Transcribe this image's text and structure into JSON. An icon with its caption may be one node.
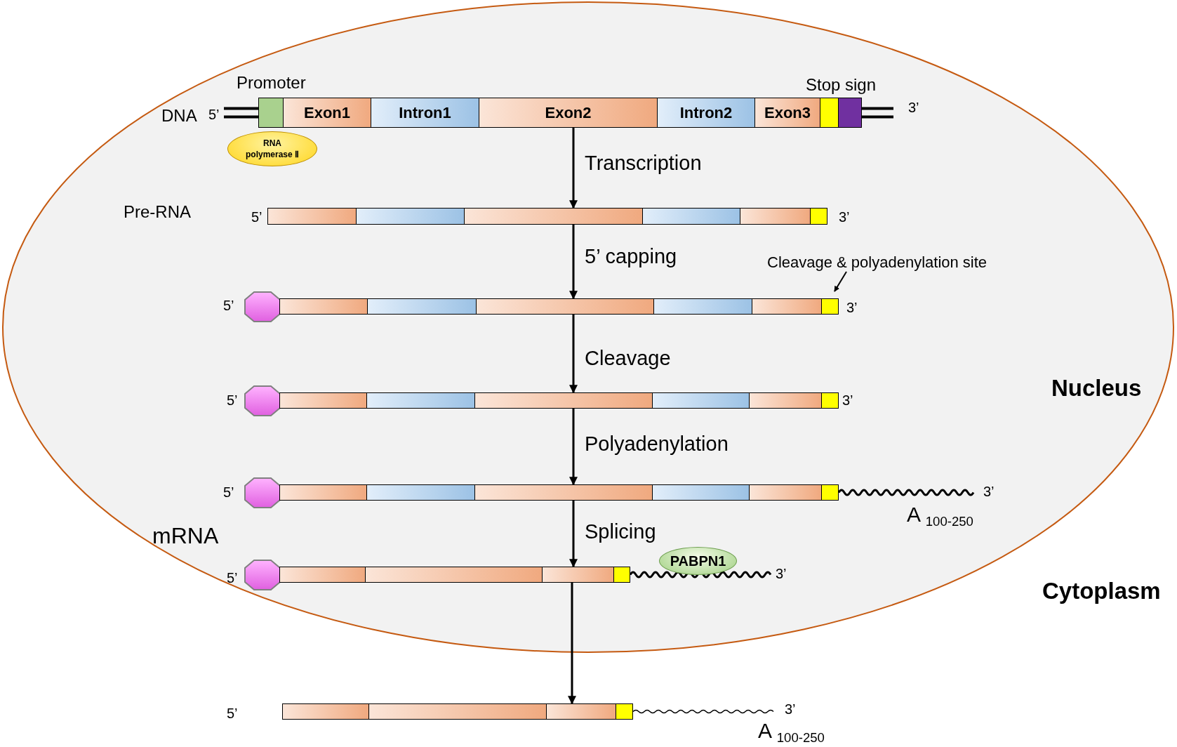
{
  "diagram": {
    "nodes": [
      {
        "text": [],
        "shape": "bar",
        "beside": [
          "DNA",
          "5’",
          "3’"
        ]
      },
      {
        "text": [
          "Exon1"
        ],
        "in": 0
      },
      {
        "text": [
          "Intron1"
        ],
        "in": 0
      },
      {
        "text": [
          "Exon2"
        ],
        "in": 0
      },
      {
        "text": [
          "Intron2"
        ],
        "in": 0
      },
      {
        "text": [
          "Exon3"
        ],
        "in": 0
      },
      {
        "text": [
          "RNA polymerase Ⅱ"
        ]
      },
      {
        "text": [],
        "shape": "bar",
        "beside": [
          "Pre-RNA",
          "5’",
          "3’"
        ]
      },
      {
        "text": [
          "Cleavage & polyadenylation site"
        ]
      },
      {
        "text": [],
        "shape": "bar",
        "beside": [
          "5’",
          "3’"
        ]
      },
      {
        "text": [],
        "shape": "bar",
        "beside": [
          "5’",
          "3’"
        ]
      },
      {
        "text": [],
        "shape": "bar",
        "beside": [
          "5’",
          "3’",
          "A $_{100-250}$"
        ]
      },
      {
        "text": [],
        "shape": "bar",
        "beside": [
          "mRNA",
          "5’"
        ]
      },
      {
        "text": [
          "PABPN1"
        ]
      },
      {
        "text": [],
        "shape": "bar",
        "beside": [
          "5’",
          "3’",
          "A $_{100-250}$"
        ]
      }
    ],
    "edges": [
      {
        "from": 0,
        "to": 7,
        "arrow": "to",
        "label": "Transcription"
      },
      {
        "from": 7,
        "to": 9,
        "arrow": "to",
        "label": "5’ capping"
      },
      {
        "from": 9,
        "to": 10,
        "arrow": "to",
        "label": "Cleavage"
      },
      {
        "from": 10,
        "to": 11,
        "arrow": "to",
        "label": "Polyadenylation"
      },
      {
        "from": 11,
        "to": 12,
        "arrow": "to",
        "label": "Splicing"
      },
      {
        "from": 12,
        "to": 14,
        "arrow": "to"
      },
      {
        "from": 8,
        "to": null,
        "arrow": "to"
      }
    ],
    "labels": [
      "Promoter",
      "Stop sign",
      "Nucleus",
      "3’",
      "Cytoplasm"
    ]
  }
}
